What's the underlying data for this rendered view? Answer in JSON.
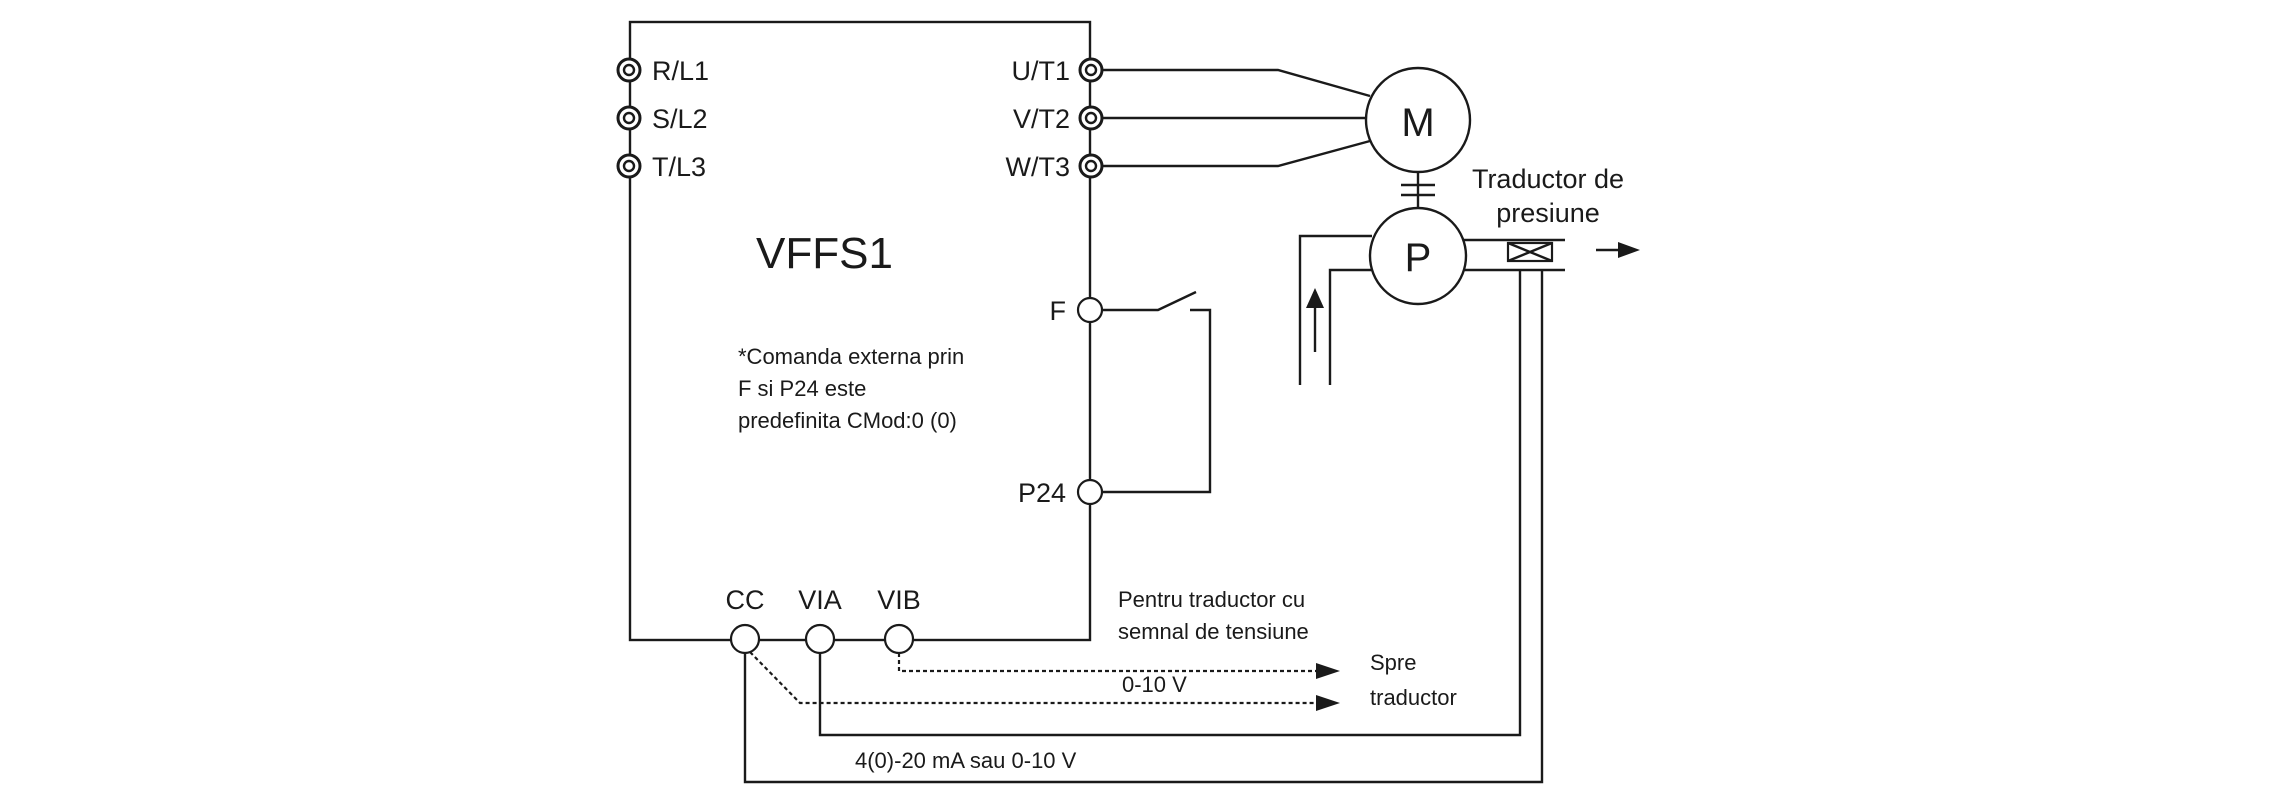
{
  "drive": {
    "model": "VFFS1",
    "input_terminals": [
      "R/L1",
      "S/L2",
      "T/L3"
    ],
    "output_terminals": [
      "U/T1",
      "V/T2",
      "W/T3"
    ],
    "control_terminals": {
      "f": "F",
      "p24": "P24"
    },
    "analog_terminals": [
      "CC",
      "VIA",
      "VIB"
    ]
  },
  "note": {
    "lines": [
      "*Comanda externa prin",
      "F si P24 este",
      "predefinita CMod:0 (0)"
    ]
  },
  "motor_label": "M",
  "pump_label": "P",
  "transducer": {
    "lines": [
      "Traductor de",
      "presiune"
    ]
  },
  "voltage_signal": {
    "lines": [
      "Pentru traductor cu",
      "semnal de tensiune"
    ]
  },
  "range_voltage": "0-10 V",
  "to_transducer": {
    "lines": [
      "Spre",
      "traductor"
    ]
  },
  "range_current": "4(0)-20 mA sau 0-10 V"
}
